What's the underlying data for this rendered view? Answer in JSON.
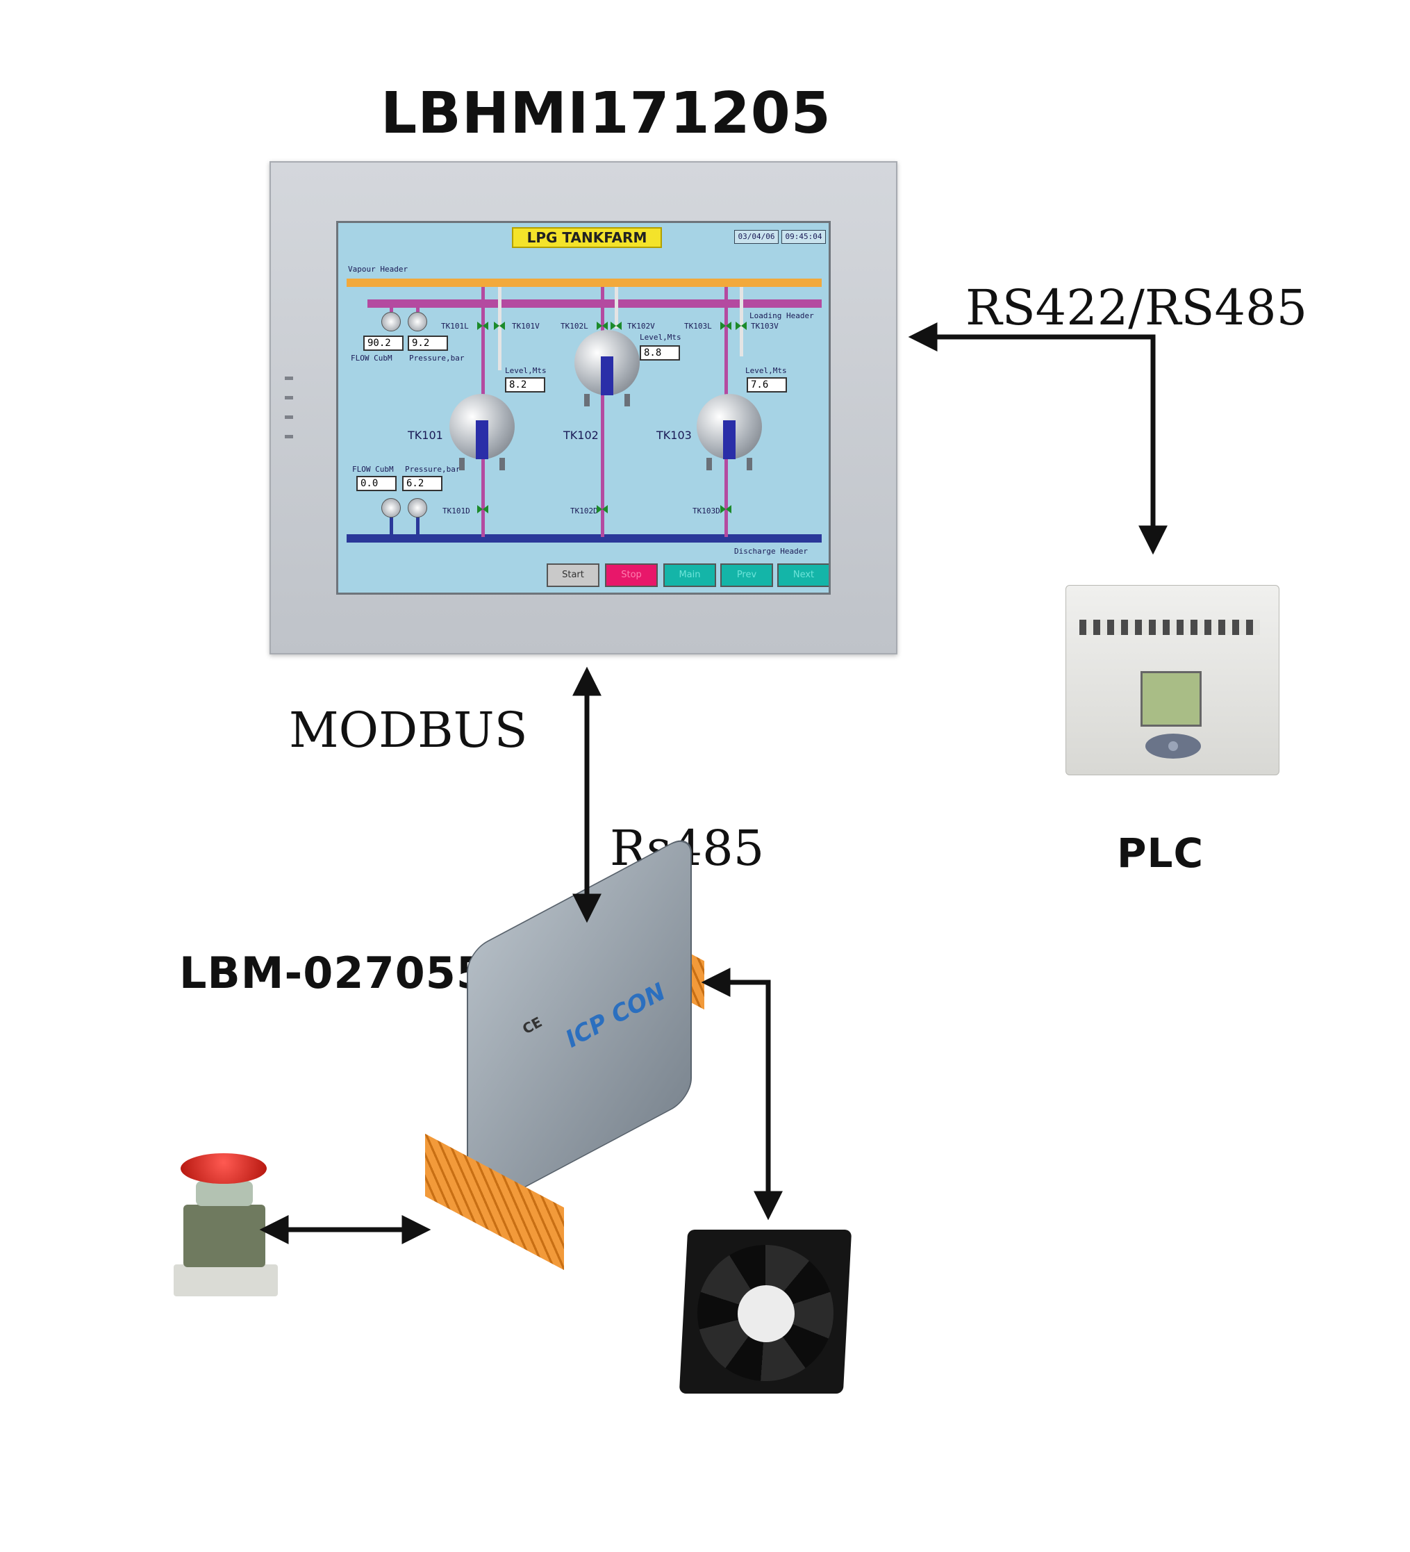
{
  "devices": {
    "hmi": {
      "title": "LBHMI171205",
      "screen": {
        "title": "LPG TANKFARM",
        "date": "03/04/06",
        "time": "09:45:04",
        "vapour_header": "Vapour Header",
        "loading_header": "Loading Header",
        "discharge_header": "Discharge Header",
        "tanks": [
          {
            "name": "TK101",
            "level_label": "Level,Mts",
            "level": "8.2",
            "valve_l": "TK101L",
            "valve_v": "TK101V",
            "valve_d": "TK101D"
          },
          {
            "name": "TK102",
            "level_label": "Level,Mts",
            "level": "8.8",
            "valve_l": "TK102L",
            "valve_v": "TK102V",
            "valve_d": "TK102D"
          },
          {
            "name": "TK103",
            "level_label": "Level,Mts",
            "level": "7.6",
            "valve_l": "TK103L",
            "valve_v": "TK103V",
            "valve_d": "TK103D"
          }
        ],
        "top_meters": {
          "flow_label": "FLOW CubM",
          "flow": "90.2",
          "pressure_label": "Pressure,bar",
          "pressure": "9.2"
        },
        "bottom_meters": {
          "flow_label": "FLOW CubM",
          "flow": "0.0",
          "pressure_label": "Pressure,bar",
          "pressure": "6.2"
        },
        "buttons": [
          {
            "label": "Start",
            "color": "#c9c9c9"
          },
          {
            "label": "Stop",
            "color": "#e8176a"
          },
          {
            "label": "Main",
            "color": "#14b5a8"
          },
          {
            "label": "Prev",
            "color": "#14b5a8"
          },
          {
            "label": "Next",
            "color": "#14b5a8"
          }
        ]
      }
    },
    "plc": {
      "title": "PLC"
    },
    "module": {
      "title": "LBM-027055",
      "logo": "ICP CON",
      "ce": "CE"
    }
  },
  "links": {
    "hmi_plc": "RS422/RS485",
    "hmi_module_protocol": "MODBUS",
    "hmi_module_interface": "Rs485"
  },
  "colors": {
    "vapour_header": "#f2a93b",
    "loading_header": "#b44aa0",
    "discharge_header": "#2a3899",
    "screen_bg": "#a6d3e5"
  }
}
